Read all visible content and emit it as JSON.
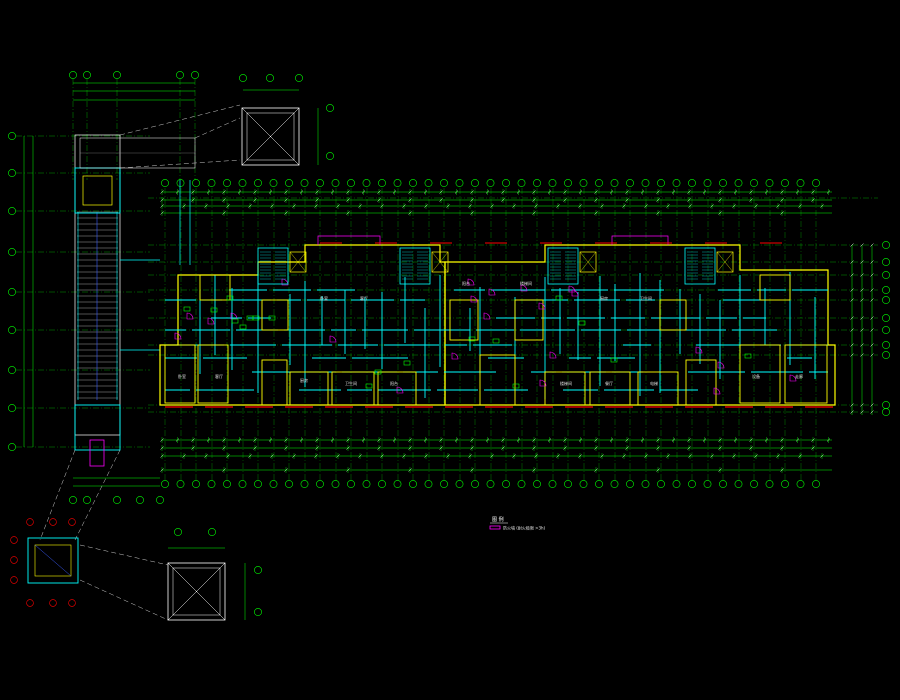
{
  "drawing": {
    "background": "#000000",
    "layer_colors": {
      "axis": "#00ff00",
      "wall": "#ffff00",
      "partition": "#00ffff",
      "door": "#ff00ff",
      "dimension": "#00ff00",
      "window": "#ff0000",
      "white_line": "#ffffff",
      "blue_line": "#3a5cff",
      "dash": "#8888ff"
    },
    "dimension_text_top": "—",
    "dimension_text_bottom": "—",
    "legend": {
      "title": "图 例",
      "item": "防火墙 (耐火极限 >3h)"
    },
    "room_labels": [
      "卧室",
      "客厅",
      "厨房",
      "卫生间",
      "阳台",
      "楼梯间",
      "餐厅",
      "电梯",
      "设备",
      "走廊"
    ]
  }
}
